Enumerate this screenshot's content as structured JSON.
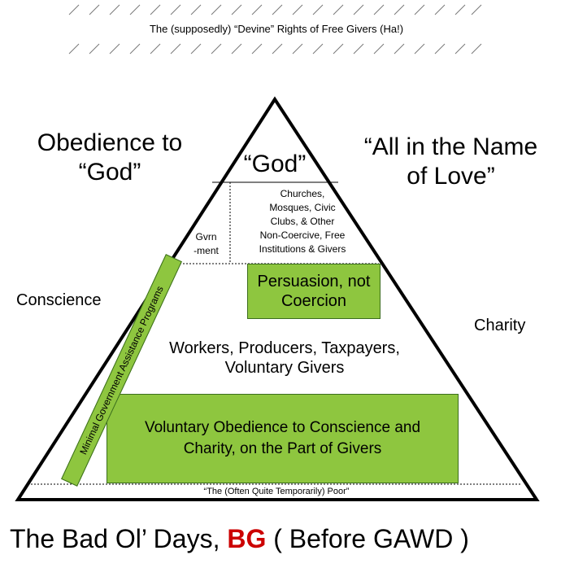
{
  "header": {
    "title": "The (supposedly) “Devine” Rights of Free Givers (Ha!)"
  },
  "pyramid": {
    "apex_label": "“God”",
    "churches_text": [
      "Churches,",
      "Mosques, Civic",
      "Clubs, & Other",
      "Non-Coercive, Free",
      "Institutions & Givers"
    ],
    "government_text": [
      "Gvrn",
      "-ment"
    ],
    "persuasion_text": [
      "Persuasion, not",
      "Coercion"
    ],
    "workers_text": [
      "Workers, Producers, Taxpayers,",
      "Voluntary Givers"
    ],
    "voluntary_text": [
      "Voluntary Obedience to Conscience and",
      "Charity, on the Part of Givers"
    ],
    "minimal_gov_text": "Minimal Government Assistance Programs",
    "poor_text": "“The (Often Quite Temporarily) Poor”"
  },
  "outside": {
    "left_top": [
      "Obedience to",
      "“God”"
    ],
    "right_top": [
      "“All in the Name",
      "of Love”"
    ],
    "left_side": "Conscience",
    "right_side": "Charity"
  },
  "footer": {
    "prefix": "The Bad Ol’ Days, ",
    "highlight": "BG",
    "suffix": " ( Before GAWD )"
  },
  "colors": {
    "green": "#8ec63f",
    "red": "#cc0000",
    "line": "#000000"
  }
}
